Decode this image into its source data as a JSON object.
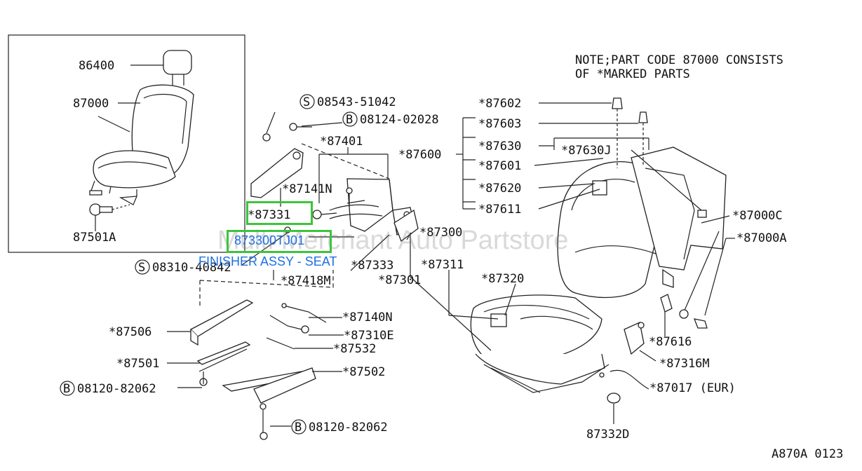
{
  "note": {
    "line1": "NOTE;PART CODE 87000 CONSISTS",
    "line2": "OF *MARKED PARTS"
  },
  "inset": {
    "labels": [
      "86400",
      "87000",
      "87501A"
    ]
  },
  "labels": {
    "s_08543": "08543-51042",
    "b_08124": "08124-02028",
    "p87401": "*87401",
    "p87141": "*87141N",
    "p87331": "*87331",
    "p87333": "*87333",
    "s_08310": "08310-40842",
    "p87418": "*87418M",
    "p87506": "*87506",
    "p87501": "*87501",
    "b_08120a": "08120-82062",
    "b_08120b": "08120-82062",
    "p87140": "*87140N",
    "p87310": "*87310E",
    "p87532": "*87532",
    "p87502": "*87502",
    "p87300": "*87300",
    "p87311": "*87311",
    "p87301": "*87301",
    "p87320": "*87320",
    "p87600": "*87600",
    "p87602": "*87602",
    "p87603": "*87603",
    "p87630": "*87630",
    "p87630j": "*87630J",
    "p87601": "*87601",
    "p87620": "*87620",
    "p87611": "*87611",
    "p87000c": "*87000C",
    "p87000a": "*87000A",
    "p87616": "*87616",
    "p87316": "*87316M",
    "p87017": "*87017 (EUR)",
    "p87332": "87332D",
    "code": "A870A 0123"
  },
  "circle_marks": {
    "s": "S",
    "b": "B"
  },
  "highlight": {
    "part_number": "873300TJ01",
    "description": "FINISHER ASSY - SEAT"
  },
  "watermark": "Multi Merchant Auto Partstore"
}
